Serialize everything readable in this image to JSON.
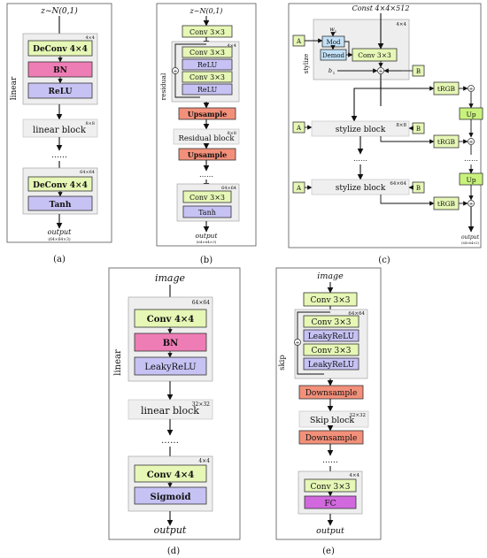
{
  "captions": {
    "a": "(a)",
    "b": "(b)",
    "c": "(c)",
    "d": "(d)",
    "e": "(e)"
  },
  "panel_a": {
    "input": "z~N(0,1)",
    "side_label": "linear",
    "res1": "4×4",
    "deconv": "DeConv 4×4",
    "bn": "BN",
    "relu": "ReLU",
    "res2": "8×8",
    "linear_block": "linear block",
    "dots": "……",
    "res3": "64×64",
    "deconv2": "DeConv 4×4",
    "tanh": "Tanh",
    "output": "output",
    "output_dim": "(64×64×3)"
  },
  "panel_b": {
    "input": "z~N(0,1)",
    "side_label": "residual",
    "conv_top": "Conv 3×3",
    "res1": "4×4",
    "conv1": "Conv 3×3",
    "relu1": "ReLU",
    "conv2": "Conv 3×3",
    "relu2": "ReLU",
    "upsample1": "Upsample",
    "res2": "8×8",
    "residual_block": "Residual block",
    "upsample2": "Upsample",
    "dots": "……",
    "res3": "64×64",
    "conv_last": "Conv 3×3",
    "tanh": "Tanh",
    "output": "output",
    "output_dim": "(64×64×3)"
  },
  "panel_c": {
    "const": "Const 4×4×512",
    "res1": "4×4",
    "A": "A",
    "B": "B",
    "w1": "w",
    "w1_sub": "1",
    "mod": "Mod",
    "demod": "Demod",
    "conv": "Conv 3×3",
    "b1": "b",
    "b1_sub": "1",
    "side_label": "stylize",
    "trgb": "tRGB",
    "up": "Up",
    "stylize_block": "stylize block",
    "res2": "8×8",
    "res3": "64×64",
    "dots": "……",
    "plus": "+",
    "output": "output",
    "output_dim": "(64×64×3)"
  },
  "panel_d": {
    "input": "image",
    "side_label": "linear",
    "res1": "64×64",
    "conv": "Conv 4×4",
    "bn": "BN",
    "lrelu": "LeakyReLU",
    "res2": "32×32",
    "linear_block": "linear block",
    "dots": "……",
    "res3": "4×4",
    "conv2": "Conv 4×4",
    "sigmoid": "Sigmoid",
    "output": "output"
  },
  "panel_e": {
    "input": "image",
    "side_label": "skip",
    "conv_top": "Conv 3×3",
    "res1": "64×64",
    "conv1": "Conv 3×3",
    "lrelu1": "LeakyReLU",
    "conv2": "Conv 3×3",
    "lrelu2": "LeakyReLU",
    "downsample1": "Downsample",
    "res2": "32×32",
    "skip_block": "Skip block",
    "downsample2": "Downsample",
    "dots": "……",
    "res3": "4×4",
    "conv_last": "Conv 3×3",
    "fc": "FC",
    "output": "output"
  }
}
